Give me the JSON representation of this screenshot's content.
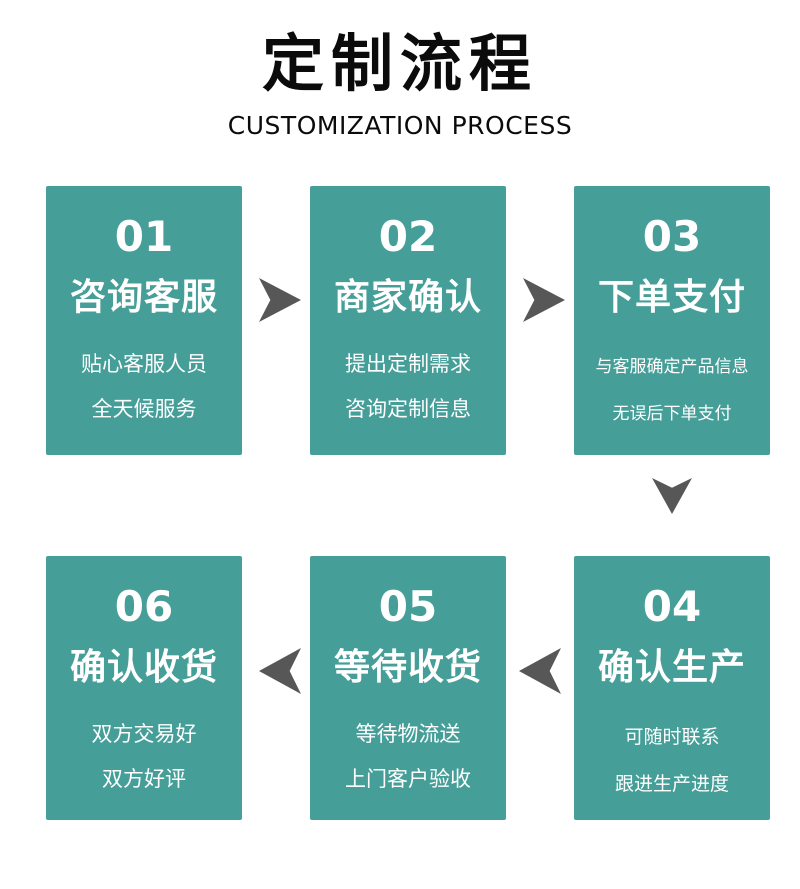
{
  "header": {
    "title": "定制流程",
    "subtitle": "CUSTOMIZATION PROCESS"
  },
  "colors": {
    "box-teal": "#459e98",
    "arrow-gray": "#575757",
    "text-dark": "#0b0b0b",
    "text-light": "#ffffff"
  },
  "steps": [
    {
      "number": "01",
      "title": "咨询客服",
      "desc1": "贴心客服人员",
      "desc2": "全天候服务"
    },
    {
      "number": "02",
      "title": "商家确认",
      "desc1": "提出定制需求",
      "desc2": "咨询定制信息"
    },
    {
      "number": "03",
      "title": "下单支付",
      "desc1": "与客服确定产品信息",
      "desc2": "无误后下单支付"
    },
    {
      "number": "04",
      "title": "确认生产",
      "desc1": "可随时联系",
      "desc2": "跟进生产进度"
    },
    {
      "number": "05",
      "title": "等待收货",
      "desc1": "等待物流送",
      "desc2": "上门客户验收"
    },
    {
      "number": "06",
      "title": "确认收货",
      "desc1": "双方交易好",
      "desc2": "双方好评"
    }
  ]
}
